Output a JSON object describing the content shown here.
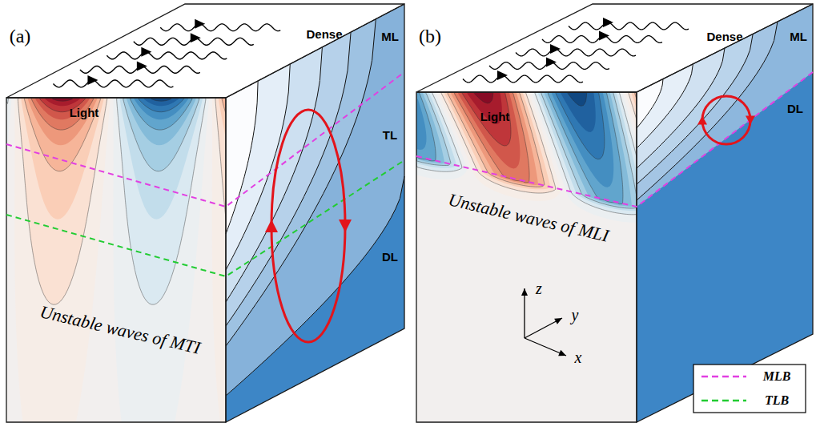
{
  "diagram": {
    "labels": [
      "(a)",
      "Dense",
      "Light",
      "ML",
      "TL",
      "DL",
      "Unstable waves of MTI",
      "(b)",
      "Dense",
      "Light",
      "ML",
      "DL",
      "Unstable waves of MLI",
      "z",
      "y",
      "x"
    ],
    "legend": [
      {
        "text": "MLB"
      },
      {
        "text": "TLB"
      }
    ]
  }
}
